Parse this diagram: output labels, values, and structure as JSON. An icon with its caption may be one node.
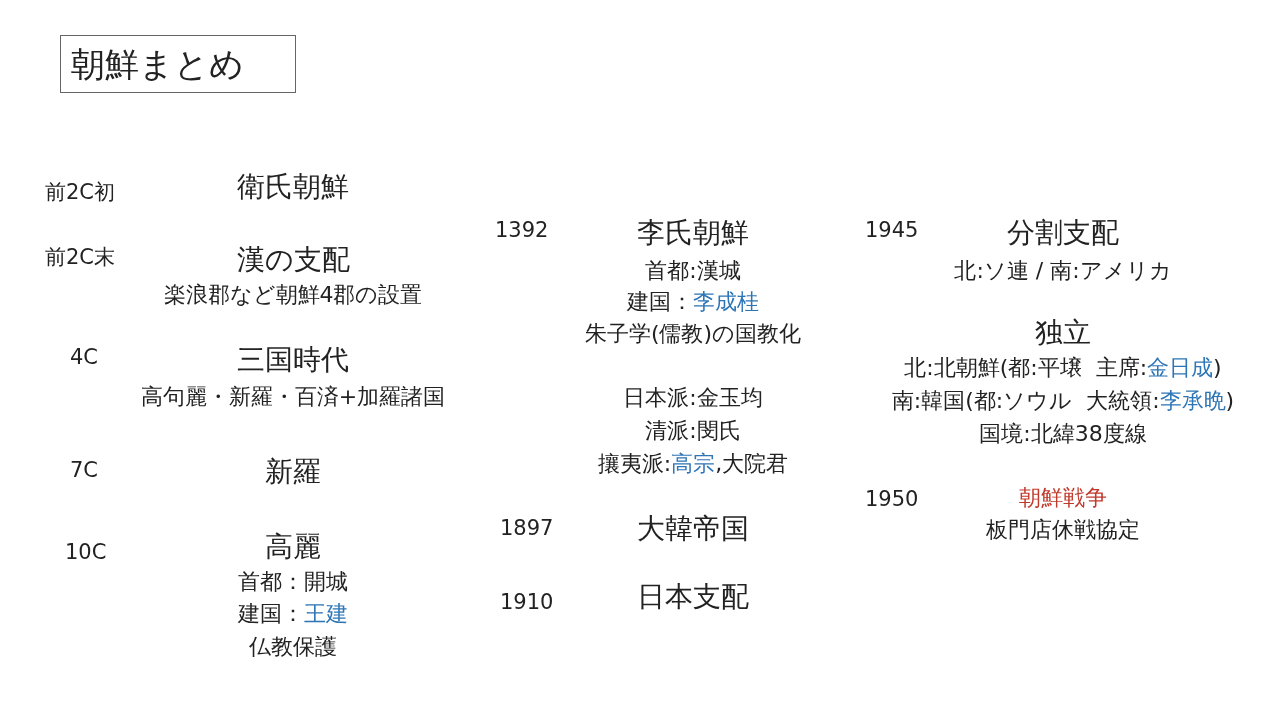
{
  "diagram": {
    "title": "朝鮮まとめ",
    "labels": [
      "前2C初",
      "衛氏朝鮮",
      "前2C末",
      "漢の支配",
      "楽浪郡など朝鮮4郡の設置",
      "4C",
      "三国時代",
      "高句麗・新羅・百済+加羅諸国",
      "7C",
      "新羅",
      "10C",
      "高麗",
      "首都：開城",
      "建国：",
      "王建",
      "仏教保護",
      "1392",
      "李氏朝鮮",
      "首都:漢城",
      "建国：",
      "李成桂",
      "朱子学(儒教)の国教化",
      "日本派:金玉均",
      "清派:閔氏",
      "攘夷派:",
      "高宗",
      ",大院君",
      "1897",
      "大韓帝国",
      "1910",
      "日本支配",
      "1945",
      "分割支配",
      "北:ソ連 / 南:アメリカ",
      "独立",
      "北:北朝鮮(都:平壌  主席:",
      "金日成",
      ")",
      "南:韓国(都:ソウル  大統領:",
      "李承晩",
      ")",
      "国境:北緯38度線",
      "1950",
      "朝鮮戦争",
      "板門店休戦協定"
    ]
  }
}
